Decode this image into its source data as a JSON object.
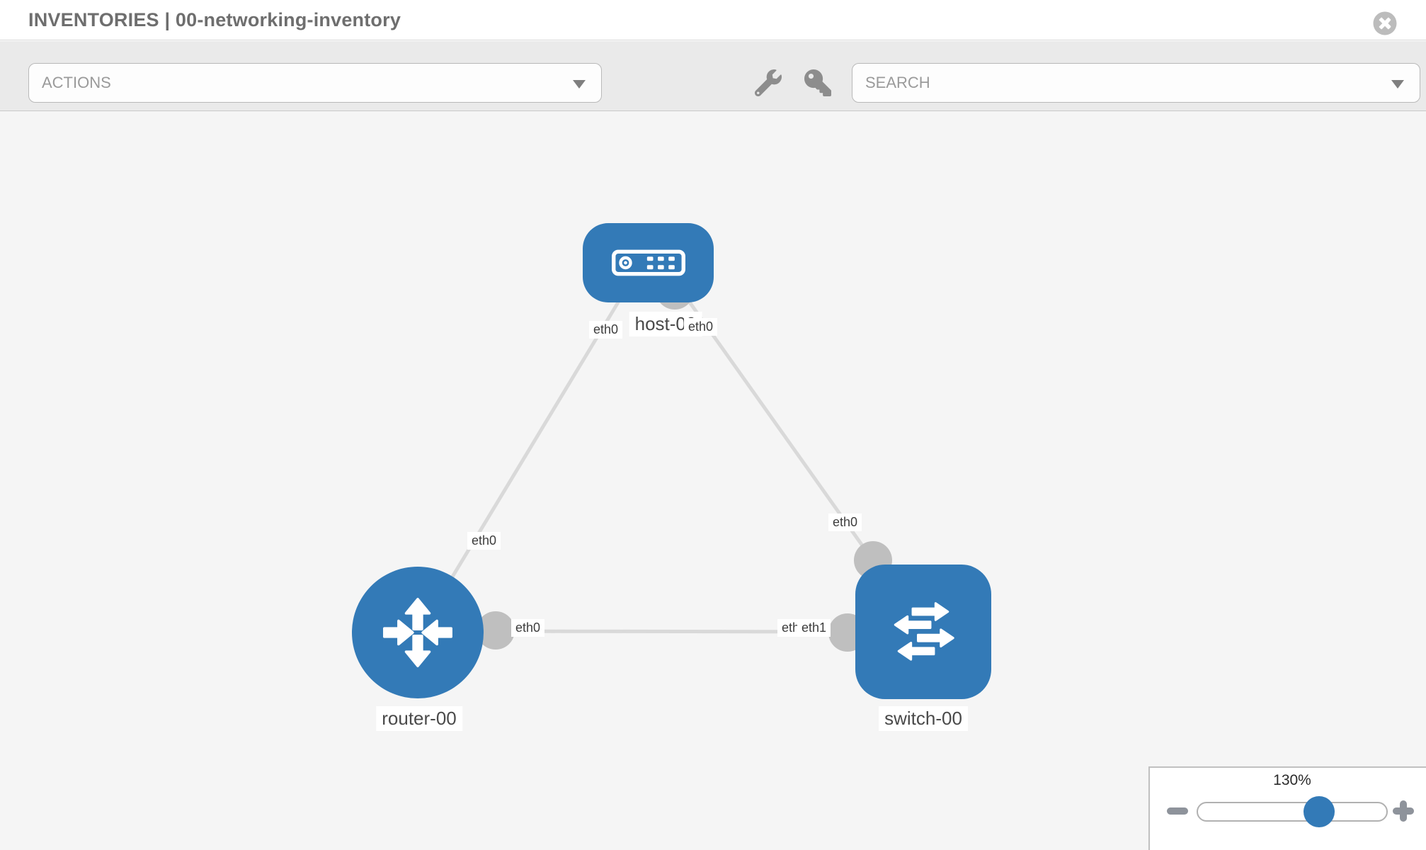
{
  "header": {
    "title": "INVENTORIES | 00-networking-inventory"
  },
  "toolbar": {
    "actions_label": "ACTIONS",
    "search_label": "SEARCH"
  },
  "icons": {
    "close": "x-in-circle",
    "wrench": "wrench",
    "key": "key",
    "caret": "caret-down-triangle",
    "minus": "minus",
    "plus": "plus",
    "host": "server-faceplate",
    "router": "four-arrows-route",
    "switch": "exchange-arrows"
  },
  "colors": {
    "node_blue": "#337ab7",
    "link_gray": "#d9d9d9",
    "port_gray": "#bfbfbf",
    "canvas_bg": "#f5f5f5",
    "toolbar_bg": "#eaeaea",
    "title_text": "#6e6e6e"
  },
  "canvas": {
    "nodes": [
      {
        "id": "host-00",
        "type": "host",
        "label": "host-00"
      },
      {
        "id": "router-00",
        "type": "router",
        "label": "router-00"
      },
      {
        "id": "switch-00",
        "type": "switch",
        "label": "switch-00"
      }
    ],
    "links": [
      {
        "from": "host-00",
        "from_iface": "eth0",
        "to": "router-00",
        "to_iface": "eth0"
      },
      {
        "from": "host-00",
        "from_iface": "eth0",
        "to": "switch-00",
        "to_iface": "eth0"
      },
      {
        "from": "router-00",
        "from_iface": "eth0",
        "to": "switch-00",
        "to_iface": "eth1"
      }
    ],
    "extra_labels": [
      "eth0"
    ]
  },
  "zoom": {
    "value": "130%"
  }
}
